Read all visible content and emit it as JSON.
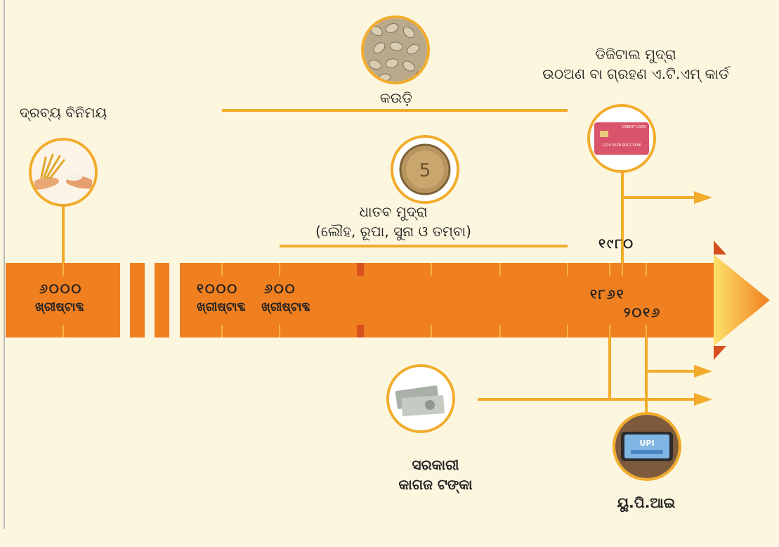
{
  "title": "",
  "stages": {
    "barter": {
      "label": "ଦ୍ରବ୍ୟ ବିନିମୟ",
      "icon": "barter-hands-grain-icon"
    },
    "cowrie": {
      "label": "କଉଡ଼ି",
      "icon": "cowrie-shells-icon"
    },
    "metal": {
      "label_line1": "ଧାତବ ମୁଦ୍ରା",
      "label_line2": "(ଲୌହ, ରୂପା, ସୁନା ଓ ତମ୍ବା)",
      "icon": "metal-coin-icon"
    },
    "digital": {
      "label_line1": "ଡିଜିଟାଲ ମୁଦ୍ରା",
      "label_line2": "ଉଠଅଣ ବା ଗ୍ରହଣ ଏ.ଟି.ଏମ୍ କାର୍ଡ",
      "icon": "credit-card-icon",
      "card_text": "CREDIT CARD",
      "card_number": "1234 5678 9012 3456"
    },
    "paper": {
      "label_line1": "ସରକାରୀ",
      "label_line2": "କାଗଜ ଟଙ୍କା",
      "icon": "paper-currency-icon"
    },
    "upi": {
      "label": "ୟୁ.ପି.ଆଇ",
      "icon": "upi-phone-icon",
      "screen_text": "UPI"
    }
  },
  "years": {
    "y6000": {
      "value": "୬୦୦୦",
      "era": "ଖ୍ରୀଷ୍ଟାବ୍ଦ"
    },
    "y1000": {
      "value": "୧୦୦୦",
      "era": "ଖ୍ରୀଷ୍ଟାବ୍ଦ"
    },
    "y600": {
      "value": "୬୦୦",
      "era": "ଖ୍ରୀଷ୍ଟାବ୍ଦ"
    },
    "y1861": {
      "value": "୧୮୬୧"
    },
    "y1980": {
      "value": "୧୯୮୦"
    },
    "y2016": {
      "value": "୨୦୧୬"
    }
  },
  "colors": {
    "band": "#f07f1f",
    "connector": "#f2ab2b",
    "tick": "#d9501f",
    "background": "#fdf6df"
  }
}
